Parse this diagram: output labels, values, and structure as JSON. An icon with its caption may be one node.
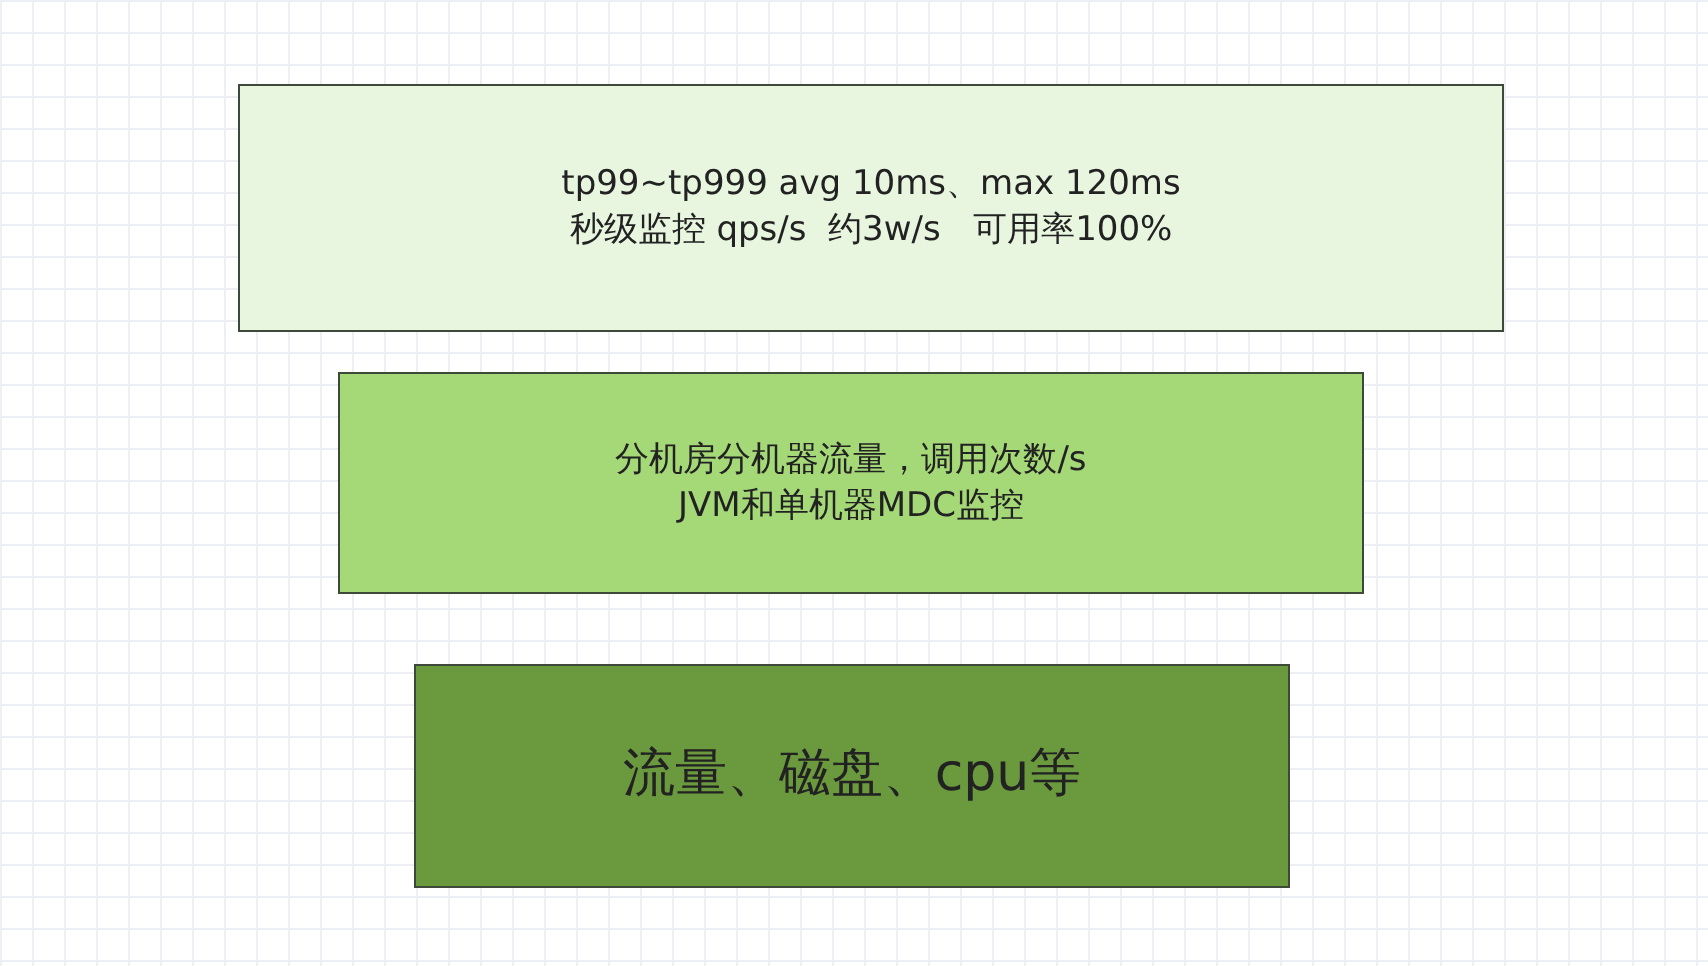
{
  "diagram": {
    "nodes": [
      {
        "text": [
          "tp99~tp999 avg 10ms、max 120ms",
          "秒级监控 qps/s  约3w/s   可用率100%"
        ]
      },
      {
        "text": [
          "分机房分机器流量，调用次数/s",
          "JVM和单机器MDC监控"
        ]
      },
      {
        "text": [
          "流量、磁盘、cpu等"
        ]
      }
    ]
  }
}
